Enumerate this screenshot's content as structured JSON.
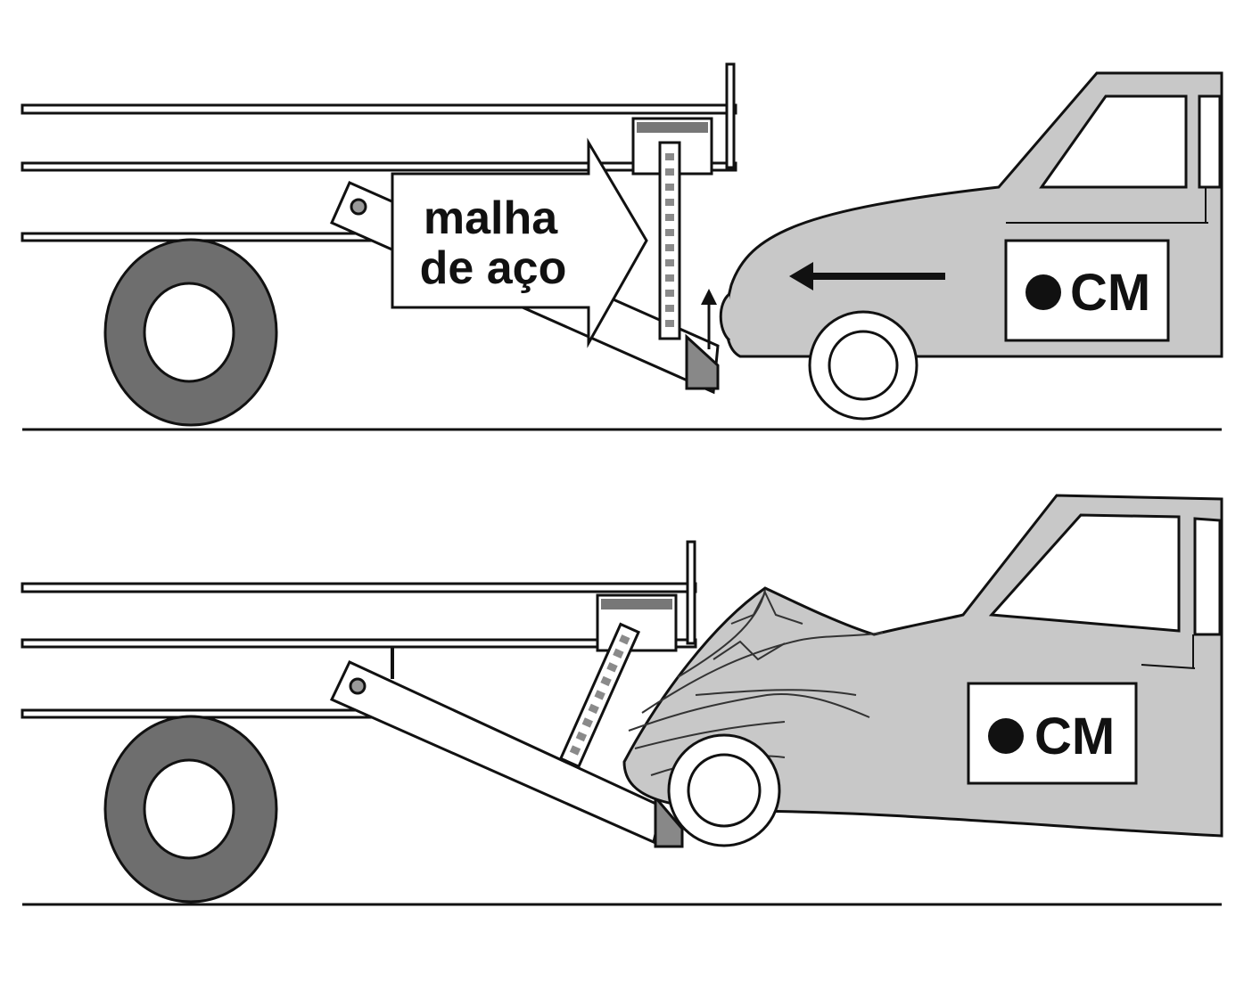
{
  "labels": {
    "mesh_line1": "malha",
    "mesh_line2": "de aço",
    "cm_top": "CM",
    "cm_bottom": "CM"
  },
  "colors": {
    "background": "#ffffff",
    "car_body": "#c8c8c8",
    "tire": "#6e6e6e",
    "ink": "#111111",
    "mesh_squares": "#8a8a8a"
  }
}
